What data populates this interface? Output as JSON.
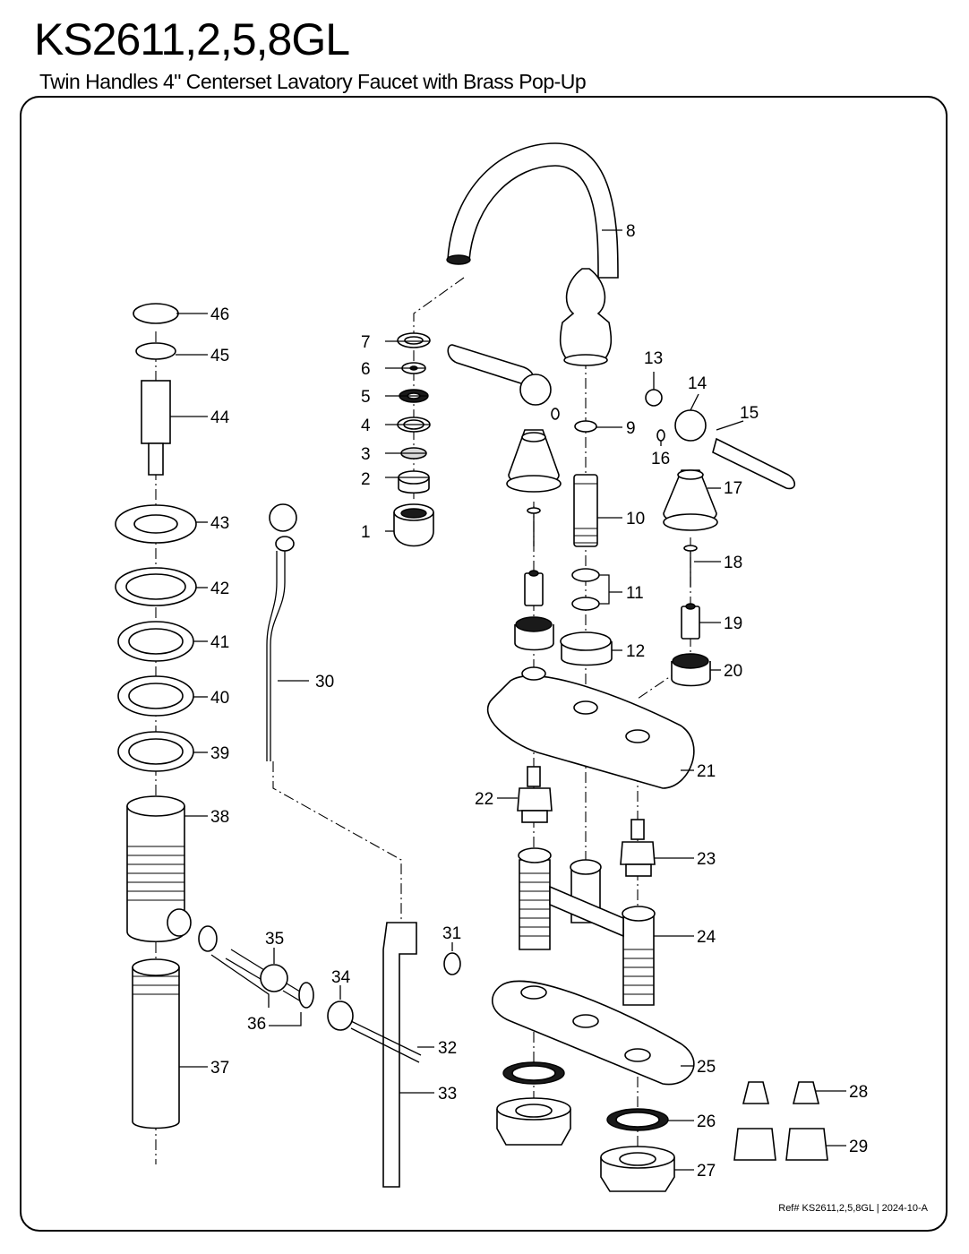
{
  "header": {
    "model": "KS2611,2,5,8GL",
    "description": "Twin Handles 4\" Centerset Lavatory Faucet with Brass Pop-Up"
  },
  "footer": {
    "reference": "Ref# KS2611,2,5,8GL | 2024-10-A"
  },
  "parts": [
    {
      "id": "p1",
      "label": "1"
    },
    {
      "id": "p2",
      "label": "2"
    },
    {
      "id": "p3",
      "label": "3"
    },
    {
      "id": "p4",
      "label": "4"
    },
    {
      "id": "p5",
      "label": "5"
    },
    {
      "id": "p6",
      "label": "6"
    },
    {
      "id": "p7",
      "label": "7"
    },
    {
      "id": "p8",
      "label": "8"
    },
    {
      "id": "p9",
      "label": "9"
    },
    {
      "id": "p10",
      "label": "10"
    },
    {
      "id": "p11",
      "label": "11"
    },
    {
      "id": "p12",
      "label": "12"
    },
    {
      "id": "p13",
      "label": "13"
    },
    {
      "id": "p14",
      "label": "14"
    },
    {
      "id": "p15",
      "label": "15"
    },
    {
      "id": "p16",
      "label": "16"
    },
    {
      "id": "p17",
      "label": "17"
    },
    {
      "id": "p18",
      "label": "18"
    },
    {
      "id": "p19",
      "label": "19"
    },
    {
      "id": "p20",
      "label": "20"
    },
    {
      "id": "p21",
      "label": "21"
    },
    {
      "id": "p22",
      "label": "22"
    },
    {
      "id": "p23",
      "label": "23"
    },
    {
      "id": "p24",
      "label": "24"
    },
    {
      "id": "p25",
      "label": "25"
    },
    {
      "id": "p26",
      "label": "26"
    },
    {
      "id": "p27",
      "label": "27"
    },
    {
      "id": "p28",
      "label": "28"
    },
    {
      "id": "p29",
      "label": "29"
    },
    {
      "id": "p30",
      "label": "30"
    },
    {
      "id": "p31",
      "label": "31"
    },
    {
      "id": "p32",
      "label": "32"
    },
    {
      "id": "p33",
      "label": "33"
    },
    {
      "id": "p34",
      "label": "34"
    },
    {
      "id": "p35",
      "label": "35"
    },
    {
      "id": "p36",
      "label": "36"
    },
    {
      "id": "p37",
      "label": "37"
    },
    {
      "id": "p38",
      "label": "38"
    },
    {
      "id": "p39",
      "label": "39"
    },
    {
      "id": "p40",
      "label": "40"
    },
    {
      "id": "p41",
      "label": "41"
    },
    {
      "id": "p42",
      "label": "42"
    },
    {
      "id": "p43",
      "label": "43"
    },
    {
      "id": "p44",
      "label": "44"
    },
    {
      "id": "p45",
      "label": "45"
    },
    {
      "id": "p46",
      "label": "46"
    }
  ]
}
